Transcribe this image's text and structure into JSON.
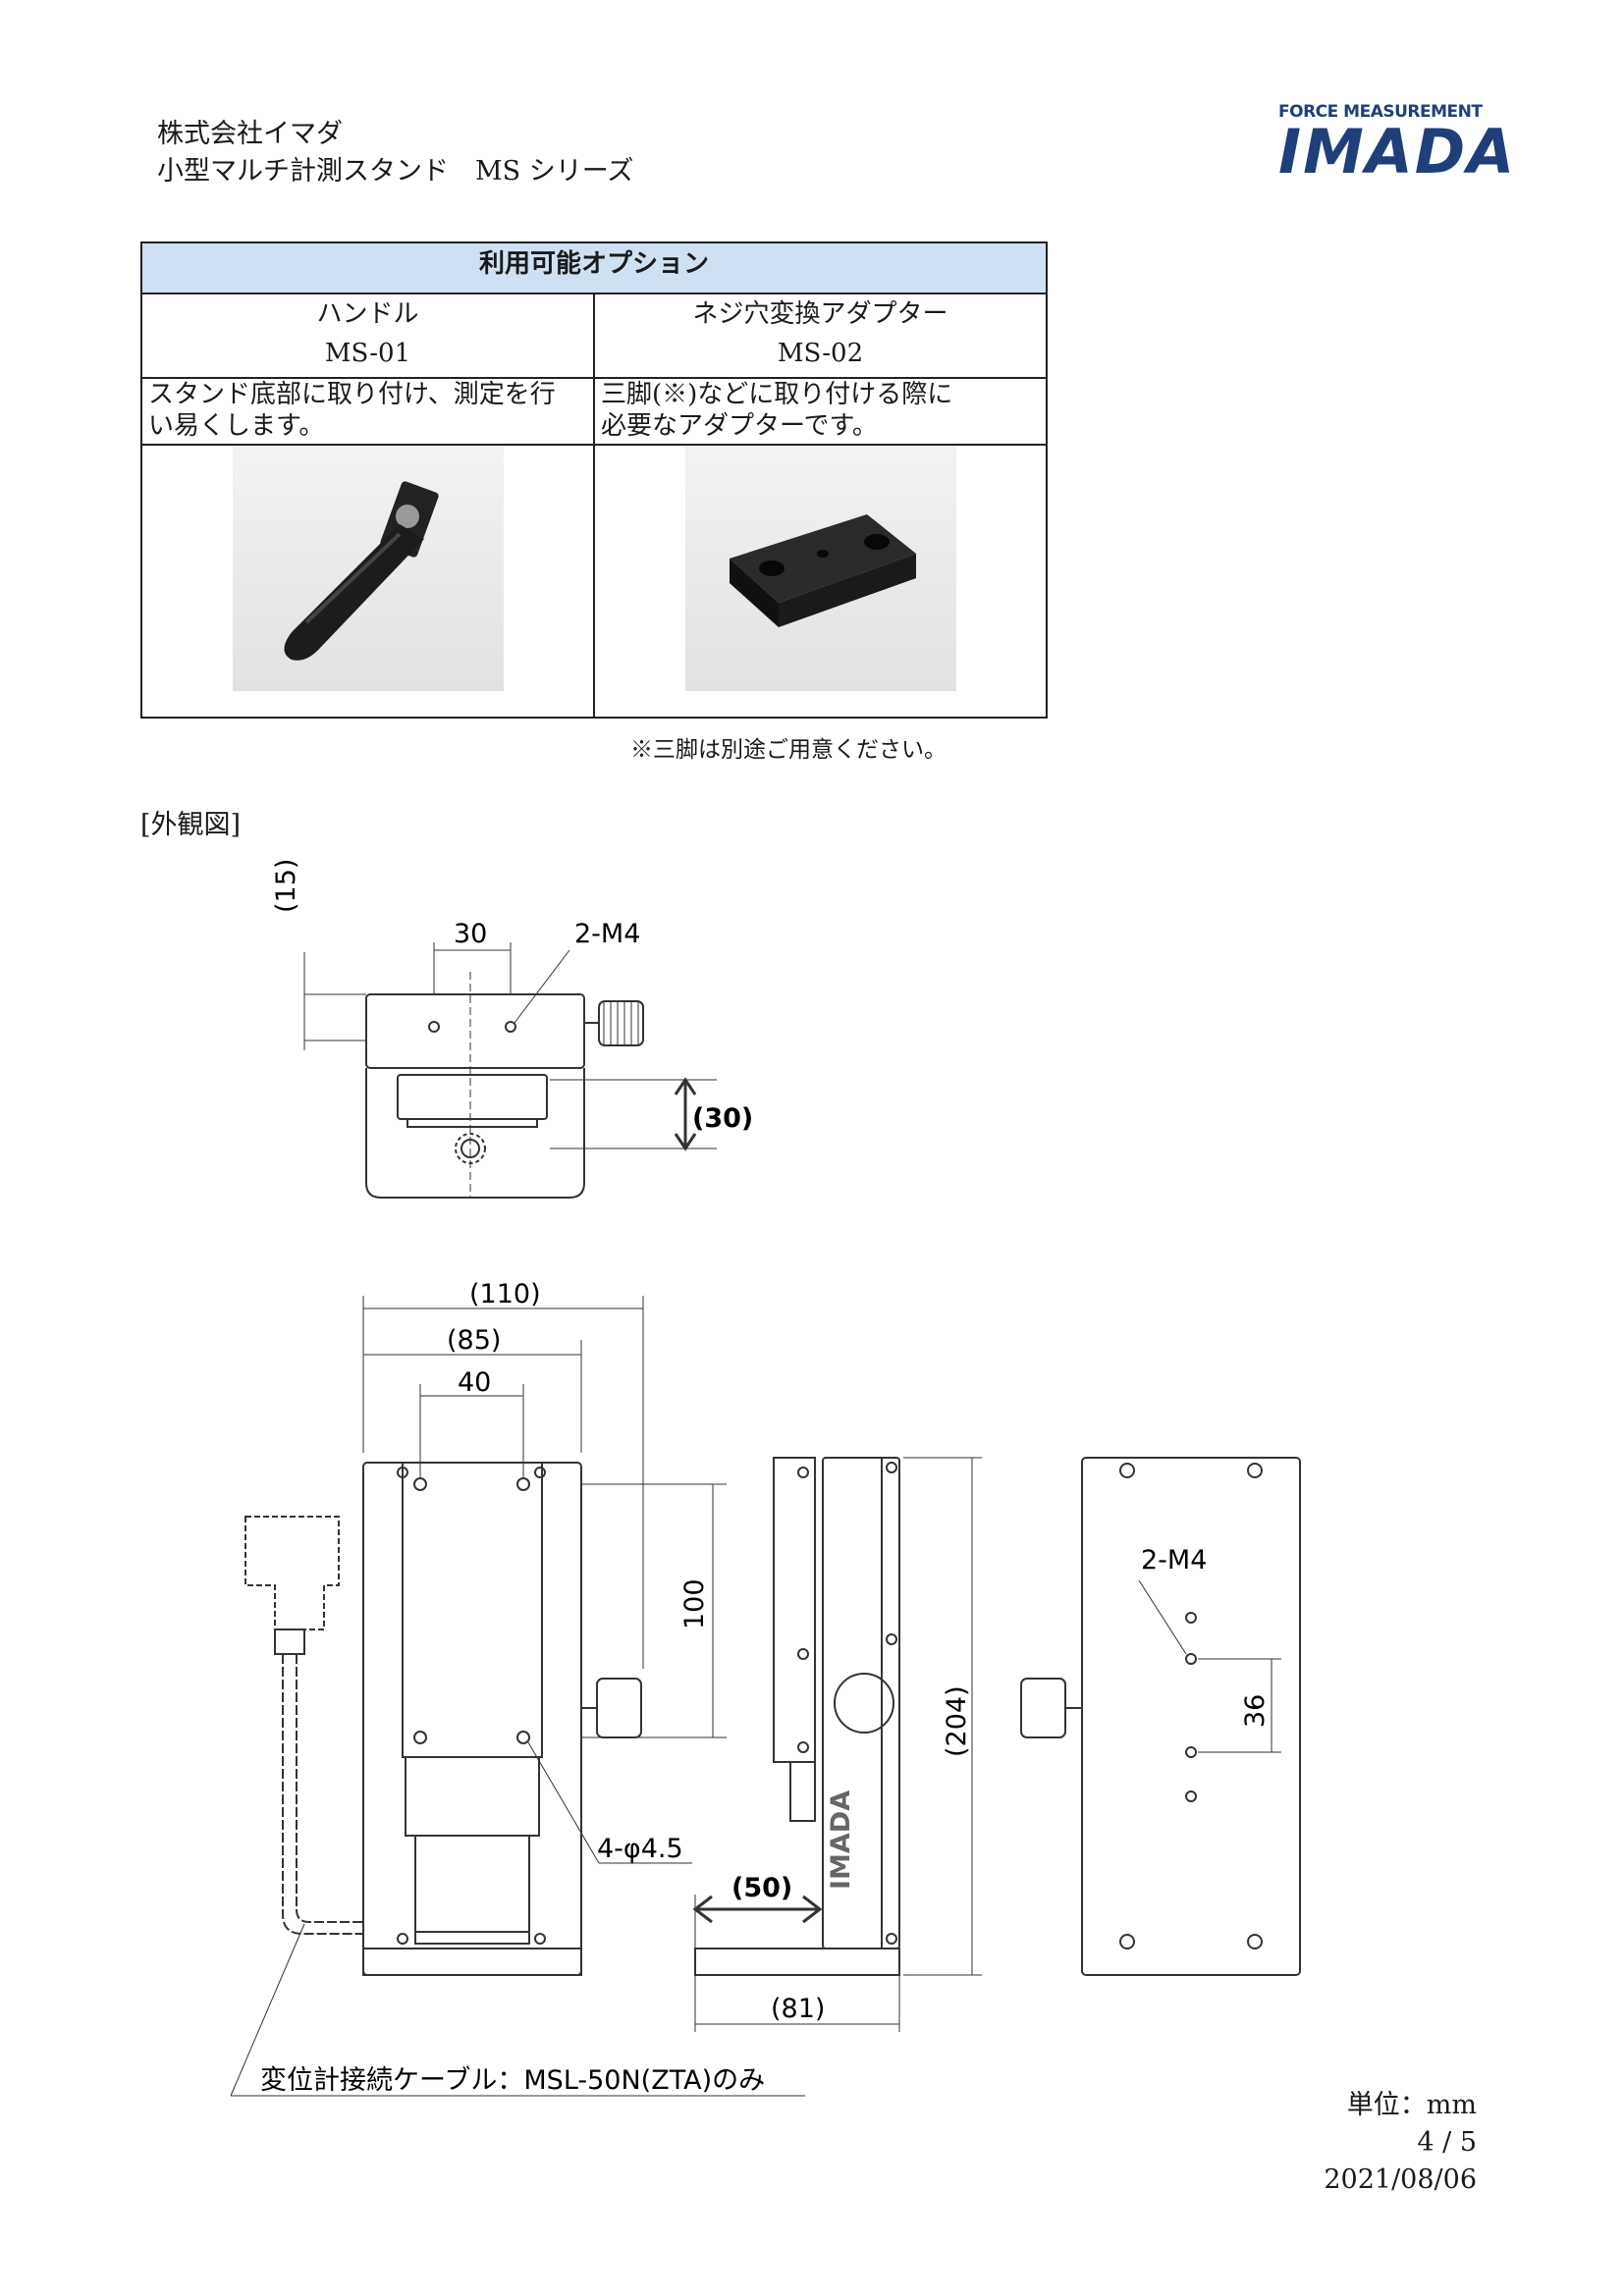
{
  "header": {
    "company": "株式会社イマダ",
    "product": "小型マルチ計測スタンド　MS シリーズ"
  },
  "logo": {
    "sub": "FORCE MEASUREMENT",
    "main": "IMADA"
  },
  "options_table": {
    "title": "利用可能オプション",
    "items": [
      {
        "name": "ハンドル",
        "code": "MS-01",
        "desc_line1": "スタンド底部に取り付け、測定を行",
        "desc_line2": "い易くします。"
      },
      {
        "name": "ネジ穴変換アダプター",
        "code": "MS-02",
        "desc_line1": "三脚(※)などに取り付ける際に",
        "desc_line2": "必要なアダプターです。"
      }
    ],
    "note": "※三脚は別途ご用意ください。"
  },
  "drawing": {
    "section_title": "[外観図]",
    "top_view": {
      "d15": "(15)",
      "d30": "30",
      "hole_label": "2-M4",
      "d30b": "(30)"
    },
    "front_view": {
      "d110": "(110)",
      "d85": "(85)",
      "d40": "40",
      "d100": "100",
      "holes": "4-φ4.5"
    },
    "side_view": {
      "d50": "(50)",
      "d81": "(81)",
      "d204": "(204)",
      "brand": "IMADA"
    },
    "rear_view": {
      "hole_label": "2-M4",
      "d36": "36"
    },
    "cable_note": "変位計接続ケーブル：MSL-50N(ZTA)のみ"
  },
  "footer": {
    "unit": "単位：mm",
    "page": "4 / 5",
    "date": "2021/08/06"
  }
}
